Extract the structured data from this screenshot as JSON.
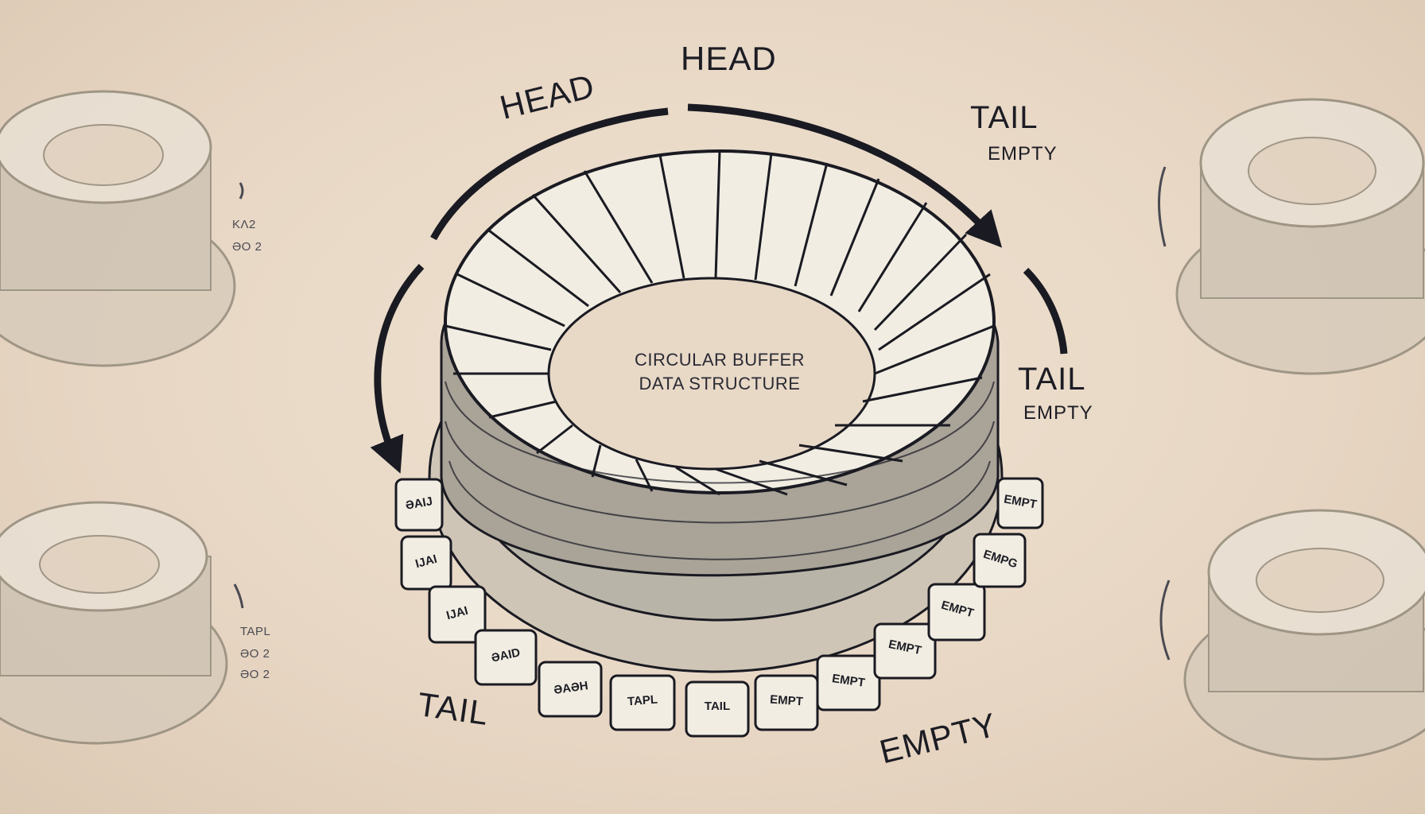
{
  "labels": {
    "head_top_left": "HEAD",
    "head_top_right": "HEAD",
    "tail_top": "TAIL",
    "empty_top": "EMPTY",
    "tail_mid": "TAIL",
    "empty_mid": "EMPTY",
    "tail_bottom": "TAIL",
    "empty_bottom": "EMPTY"
  },
  "center": {
    "line1": "CIRCULAR BUFFER",
    "line2": "DATA STRUCTURE"
  },
  "side_labels": {
    "upper_left_1": "KΛ2",
    "upper_left_2": "ƏO 2",
    "lower_left_1": "TAPL",
    "lower_left_2": "ƏO 2",
    "lower_left_3": "ƏO 2"
  },
  "slots": {
    "s1": "ƏAIJ",
    "s2": "IJAI",
    "s3": "IJAI",
    "s4": "ƏAID",
    "s5": "ƏAƏH",
    "s6": "TAPL",
    "s7": "TAIL",
    "s8": "EMPT",
    "s9": "EMPT",
    "s10": "EMPT",
    "s11": "EMPT",
    "s12": "EMPG",
    "s13": "EMPT"
  },
  "colors": {
    "background": "#e7d6c3",
    "block_fill": "#f1ede2",
    "block_side": "#b9b4a8",
    "outline": "#1a1a22",
    "arrow": "#1a1a22"
  }
}
